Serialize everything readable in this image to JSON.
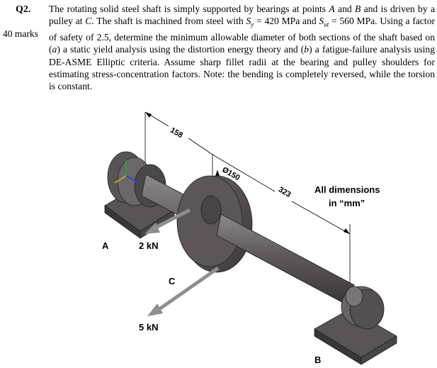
{
  "question": {
    "number": "Q2.",
    "marks": "40 marks",
    "text_parts": {
      "p1": "The rotating solid steel shaft is simply supported by bearings at points ",
      "a": "A",
      "p2": " and ",
      "b": "B",
      "p3": " and is driven by a pulley at ",
      "c": "C",
      "p4": ". The shaft is machined from steel with ",
      "sy": "S",
      "sy_sub": "y",
      "p5": " = 420 MPa and ",
      "sut": "S",
      "sut_sub": "ut",
      "p6": " = 560 MPa. Using a factor of safety of 2.5, determine the minimum allowable diameter of both sections of the shaft based on (",
      "ia": "a",
      "p7": ") a static yield analysis using the distortion energy theory and (",
      "ib": "b",
      "p8": ") a fatigue-failure analysis using DE-ASME Elliptic criteria. Assume sharp fillet radii at the bearing and pulley shoulders for estimating stress-concentration factors. Note: the bending is completely reversed, while the torsion is constant."
    }
  },
  "figure": {
    "dim_158": "158",
    "dim_150": "Ø150",
    "dim_323": "323",
    "note_line1": "All dimensions",
    "note_line2": "in “mm”",
    "label_a": "A",
    "label_b": "B",
    "label_c": "C",
    "force_1": "2 kN",
    "force_2": "5 kN"
  },
  "colors": {
    "steel_dark": "#4a4446",
    "steel_mid": "#6f6a6c",
    "steel_light": "#9a9597",
    "arrow": "#8f8f8f"
  }
}
